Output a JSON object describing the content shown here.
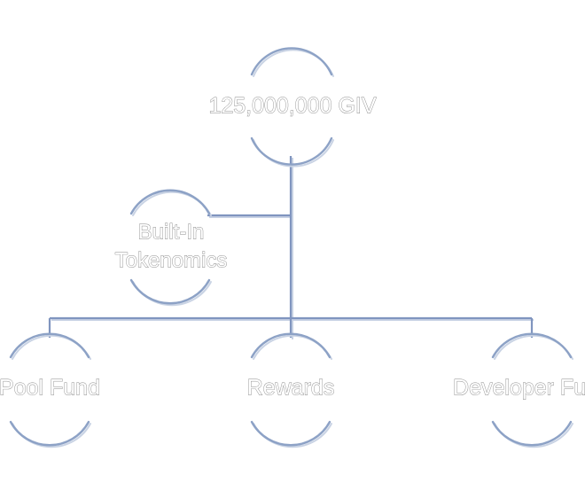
{
  "diagram": {
    "root": {
      "label": "125,000,000 GIV"
    },
    "side": {
      "label_line1": "Built-In",
      "label_line2": "Tokenomics"
    },
    "children": [
      {
        "label": "Pool Fund"
      },
      {
        "label": "Rewards"
      },
      {
        "label": "Developer Fund"
      }
    ]
  },
  "colors": {
    "connector": "#8095bf",
    "node_outline": "#8da2c6",
    "text_fill": "#ffffff",
    "text_outline": "#8a8a8a"
  }
}
